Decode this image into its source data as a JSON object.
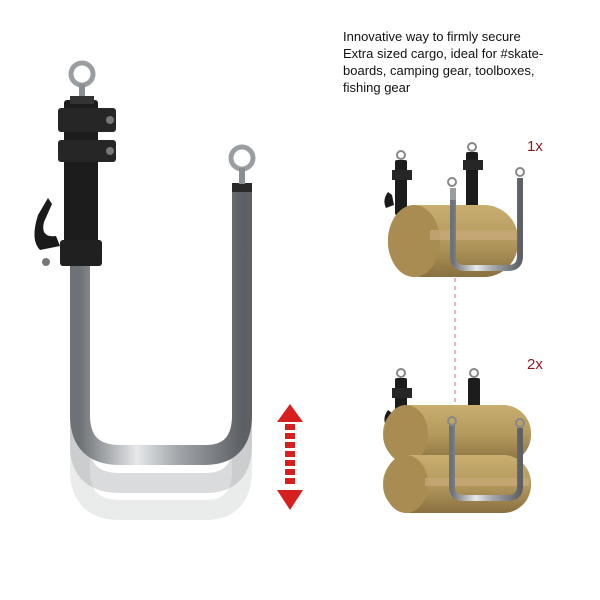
{
  "description": {
    "lines": [
      "Innovative way to firmly secure",
      "Extra sized cargo, ideal for #skate-",
      "boards, camping gear, toolboxes,",
      "fishing gear"
    ]
  },
  "config_single": {
    "label": "1x"
  },
  "config_double": {
    "label": "2x"
  },
  "colors": {
    "accent_arrow": "#d62020",
    "label_red": "#8b1a1a",
    "tube_metal": "#a8acb0",
    "bracket_black": "#1c1c1c",
    "cargo_bag": "#b59a5e"
  },
  "icons": {
    "adjust_arrow": "double-arrow-vertical-icon"
  }
}
